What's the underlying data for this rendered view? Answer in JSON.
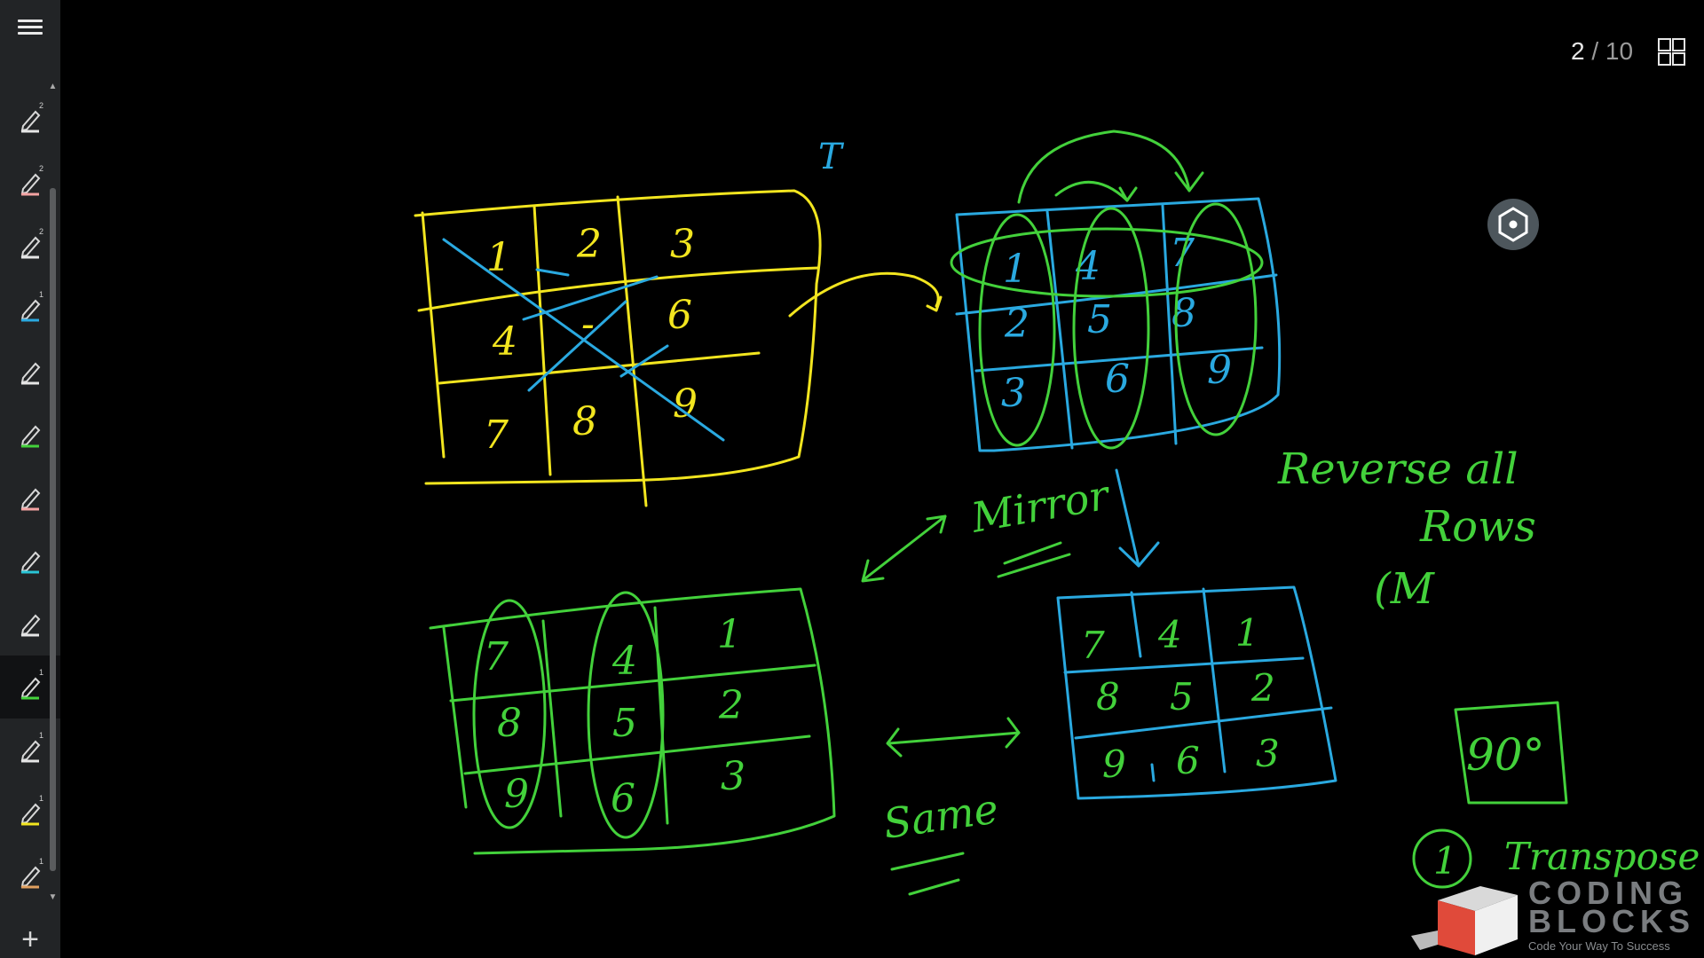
{
  "toolbar": {
    "tools": [
      {
        "icon": "pen-icon",
        "color": "#e6e6e6",
        "badge": "2"
      },
      {
        "icon": "pen-icon",
        "color": "#f4a3a3",
        "badge": "2"
      },
      {
        "icon": "pen-icon",
        "color": "#e6e6e6",
        "badge": "2"
      },
      {
        "icon": "pen-icon",
        "color": "#2aa9e0",
        "badge": "1"
      },
      {
        "icon": "pen-icon",
        "color": "#e6e6e6",
        "badge": ""
      },
      {
        "icon": "pen-icon",
        "color": "#43d13b",
        "badge": ""
      },
      {
        "icon": "pen-icon",
        "color": "#f4a3a3",
        "badge": ""
      },
      {
        "icon": "pen-icon",
        "color": "#29c5d6",
        "badge": ""
      },
      {
        "icon": "pen-icon",
        "color": "#e6e6e6",
        "badge": ""
      },
      {
        "icon": "pen-icon",
        "color": "#43d13b",
        "badge": "1",
        "active": true
      },
      {
        "icon": "pen-icon",
        "color": "#e6e6e6",
        "badge": "1"
      },
      {
        "icon": "pen-icon",
        "color": "#f2e51f",
        "badge": "1"
      },
      {
        "icon": "pen-icon",
        "color": "#e0a060",
        "badge": "1"
      }
    ],
    "add_label": "+"
  },
  "pager": {
    "current": "2",
    "separator": "/",
    "total": "10"
  },
  "colors": {
    "yellow": "#f2e51f",
    "green": "#43d13b",
    "blue": "#2aa9e0"
  },
  "board": {
    "top_left": {
      "cells": [
        "1",
        "2",
        "3",
        "4",
        "-",
        "6",
        "7",
        "8",
        "9"
      ]
    },
    "top_right": {
      "cells": [
        "1",
        "4",
        "7",
        "2",
        "5",
        "8",
        "3",
        "6",
        "9"
      ]
    },
    "bottom_right": {
      "cells": [
        "7",
        "4",
        "1",
        "8",
        "5",
        "2",
        "9",
        "6",
        "3"
      ]
    },
    "bottom_left": {
      "cells": [
        "7",
        "4",
        "1",
        "8",
        "5",
        "2",
        "9",
        "6",
        "3"
      ]
    },
    "notes": {
      "cursor_mark": "T",
      "mirror": "Mirror",
      "reverse_line1": "Reverse all",
      "reverse_line2": "Rows",
      "partial": "(M",
      "degrees": "90°",
      "same": "Same",
      "step_number": "1",
      "transpose": "Transpose"
    }
  },
  "logo": {
    "name_line1": "CODING",
    "name_line2": "BLOCKS",
    "tagline": "Code Your Way To Success"
  }
}
